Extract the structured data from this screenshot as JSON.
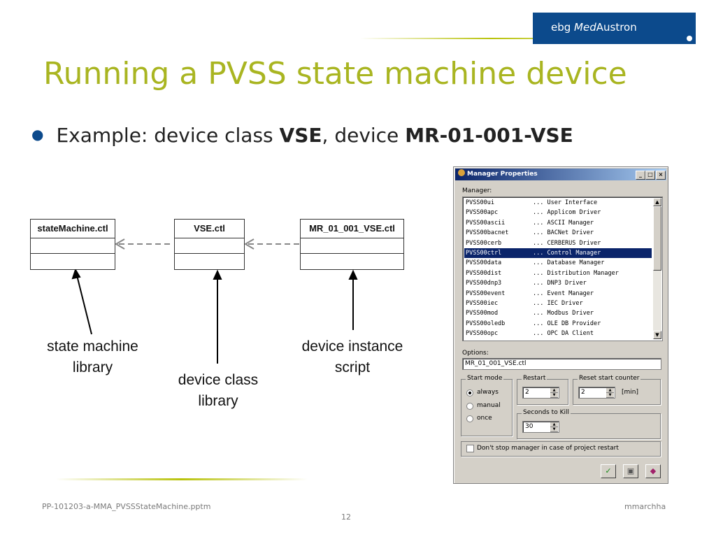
{
  "brand": {
    "prefix": "ebg ",
    "italic": "Med",
    "suffix": "Austron",
    "color": "#0c4a8c"
  },
  "slide": {
    "title": "Running a PVSS state machine device",
    "bullet": {
      "prefix": "Example: device class ",
      "class_name": "VSE",
      "middle": ", device ",
      "device_name": "MR-01-001-VSE"
    }
  },
  "diagram": {
    "boxes": [
      {
        "label": "stateMachine.ctl"
      },
      {
        "label": "VSE.ctl"
      },
      {
        "label": "MR_01_001_VSE.ctl"
      }
    ],
    "labels": {
      "library": {
        "line1": "state machine",
        "line2": "library"
      },
      "class": {
        "line1": "device class",
        "line2": "library"
      },
      "instance": {
        "line1": "device instance",
        "line2": "script"
      }
    }
  },
  "dialog": {
    "title": "Manager Properties",
    "manager_label": "Manager:",
    "managers": [
      {
        "name": "PVSS00ui",
        "desc": "... User Interface"
      },
      {
        "name": "PVSS00apc",
        "desc": "... Applicom Driver"
      },
      {
        "name": "PVSS00ascii",
        "desc": "... ASCII Manager"
      },
      {
        "name": "PVSS00bacnet",
        "desc": "... BACNet Driver"
      },
      {
        "name": "PVSS00cerb",
        "desc": "... CERBERUS Driver"
      },
      {
        "name": "PVSS00ctrl",
        "desc": "... Control Manager",
        "selected": true
      },
      {
        "name": "PVSS00data",
        "desc": "... Database Manager"
      },
      {
        "name": "PVSS00dist",
        "desc": "... Distribution Manager"
      },
      {
        "name": "PVSS00dnp3",
        "desc": "... DNP3 Driver"
      },
      {
        "name": "PVSS00event",
        "desc": "... Event Manager"
      },
      {
        "name": "PVSS00iec",
        "desc": "... IEC Driver"
      },
      {
        "name": "PVSS00mod",
        "desc": "... Modbus Driver"
      },
      {
        "name": "PVSS00oledb",
        "desc": "... OLE DB Provider"
      },
      {
        "name": "PVSS00opc",
        "desc": "... OPC DA Client"
      }
    ],
    "options_label": "Options:",
    "options_value": "MR_01_001_VSE.ctl",
    "start_mode": {
      "label": "Start mode",
      "options": [
        "always",
        "manual",
        "once"
      ],
      "selected": "always"
    },
    "restart": {
      "label": "Restart",
      "value": "2"
    },
    "reset_counter": {
      "label": "Reset start counter",
      "value": "2",
      "unit": "[min]"
    },
    "seconds_to_kill": {
      "label": "Seconds to Kill",
      "value": "30"
    },
    "dont_stop_label": "Don't stop manager in case of project restart",
    "titlebar_buttons": {
      "minimize": "_",
      "maximize": "□",
      "close": "×"
    },
    "icons": {
      "ok": "check-icon",
      "apply": "apply-icon",
      "help": "help-book-icon"
    }
  },
  "footer": {
    "file": "PP-101203-a-MMA_PVSSStateMachine.pptm",
    "page": "12",
    "author": "mmarchha"
  }
}
